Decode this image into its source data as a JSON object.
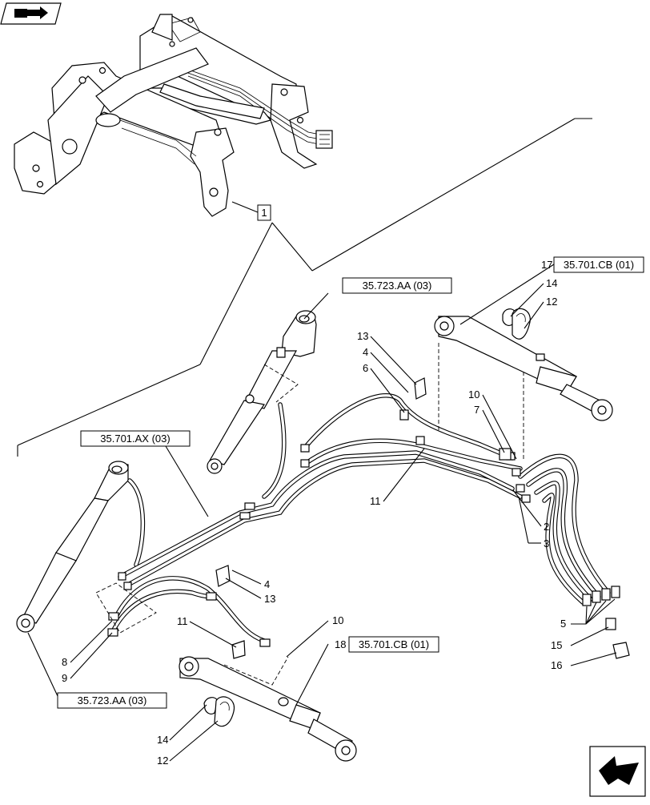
{
  "references": {
    "ref_1": "35.723.AA (03)",
    "ref_2": "35.701.AX (03)",
    "ref_3": "35.723.AA (03)",
    "ref_4": "35.701.CB (01)",
    "ref_5": "35.701.CB (01)"
  },
  "assembly_callout": "1",
  "callouts": {
    "c2": "2",
    "c3": "3",
    "c4a": "4",
    "c4b": "4",
    "c5": "5",
    "c6": "6",
    "c7": "7",
    "c8": "8",
    "c9": "9",
    "c10a": "10",
    "c10b": "10",
    "c11a": "11",
    "c11b": "11",
    "c12a": "12",
    "c12b": "12",
    "c13a": "13",
    "c13b": "13",
    "c14a": "14",
    "c14b": "14",
    "c15": "15",
    "c16": "16",
    "c17": "17",
    "c18": "18"
  },
  "icons": [
    "book-arrow-icon",
    "next-page-arrow-icon"
  ]
}
